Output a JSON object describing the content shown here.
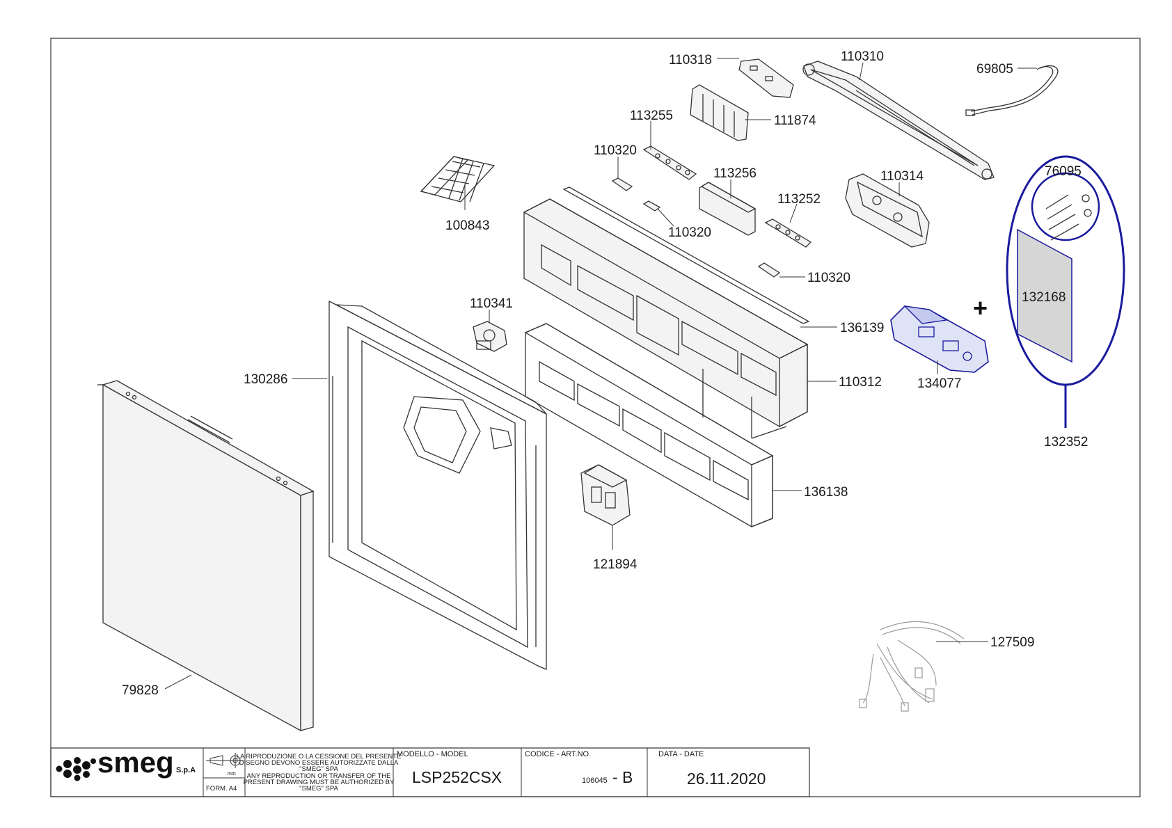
{
  "parts": {
    "p110318": "110318",
    "p110310": "110310",
    "p69805": "69805",
    "p113255": "113255",
    "p111874": "111874",
    "p110320a": "110320",
    "p113256": "113256",
    "p110314": "110314",
    "p76095": "76095",
    "p100843": "100843",
    "p110320b": "110320",
    "p113252": "113252",
    "p110320c": "110320",
    "p132168": "132168",
    "p110341": "110341",
    "p136139": "136139",
    "p130286": "130286",
    "p110312": "110312",
    "p134077": "134077",
    "p132352": "132352",
    "p136138": "136138",
    "p121894": "121894",
    "p127509": "127509",
    "p79828": "79828"
  },
  "kit_plus": "+",
  "title_block": {
    "brand": "smeg",
    "brand_suffix": "S.p.A",
    "unit": "mm",
    "format": "FORM. A4",
    "notice_it_1": "LA RIPRODUZIONE O LA CESSIONE DEL PRESENTE",
    "notice_it_2": "DISEGNO DEVONO ESSERE AUTORIZZATE DALLA",
    "notice_it_3": "\"SMEG\" SPA",
    "notice_en_1": "ANY REPRODUCTION OR TRANSFER OF THE",
    "notice_en_2": "PRESENT DRAWING MUST BE AUTHORIZED BY",
    "notice_en_3": "\"SMEG\" SPA",
    "model_header": "MODELLO - MODEL",
    "model": "LSP252CSX",
    "code_header": "CODICE - ART.NO.",
    "code": "106045",
    "revision": "- B",
    "date_header": "DATA - DATE",
    "date": "26.11.2020"
  },
  "colors": {
    "highlight": "#1a1a9e",
    "kit_fill": "#d6d6d6",
    "line": "#333333"
  }
}
